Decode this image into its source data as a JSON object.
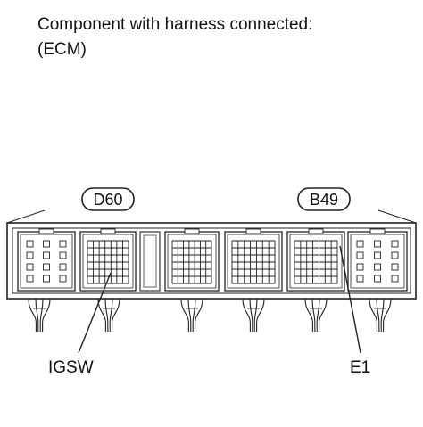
{
  "title": {
    "line1": "Component with harness connected:",
    "line2": "(ECM)"
  },
  "connectors": [
    {
      "label": "D60"
    },
    {
      "label": "B49"
    }
  ],
  "terminals": [
    {
      "label": "IGSW"
    },
    {
      "label": "E1"
    }
  ],
  "colors": {
    "line": "#222222",
    "background": "#ffffff"
  }
}
